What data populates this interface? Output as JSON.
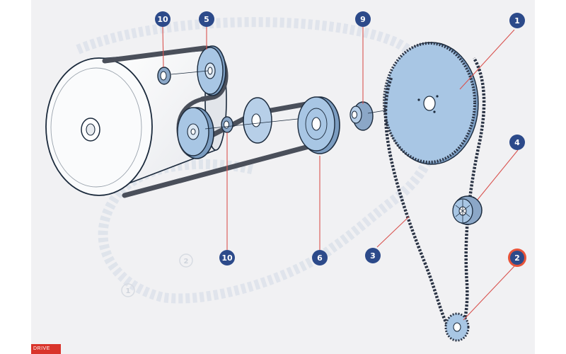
{
  "colors": {
    "page": "#f1f1f3",
    "part": "#a8c6e4",
    "part_dark": "#7b9cc0",
    "outline": "#1b2a3c",
    "belt": "#4a4f5a",
    "chain": "#2b3445",
    "leader": "#d9534f",
    "badge": "#2c4a8a",
    "badge_highlight": "#e8543a",
    "ghost": "#dde2ea",
    "footer": "#d9342b"
  },
  "callouts": [
    {
      "id": "c10a",
      "label": "10",
      "icon": "badge"
    },
    {
      "id": "c5",
      "label": "5",
      "icon": "badge"
    },
    {
      "id": "c9",
      "label": "9",
      "icon": "badge"
    },
    {
      "id": "c1",
      "label": "1",
      "icon": "badge"
    },
    {
      "id": "c4",
      "label": "4",
      "icon": "badge"
    },
    {
      "id": "c10b",
      "label": "10",
      "icon": "badge"
    },
    {
      "id": "c6",
      "label": "6",
      "icon": "badge"
    },
    {
      "id": "c3",
      "label": "3",
      "icon": "badge"
    },
    {
      "id": "c2",
      "label": "2",
      "icon": "badge-highlight"
    }
  ],
  "ghost_labels": {
    "g1": "1",
    "g2": "2"
  },
  "footer": {
    "text": "DRIVE"
  }
}
